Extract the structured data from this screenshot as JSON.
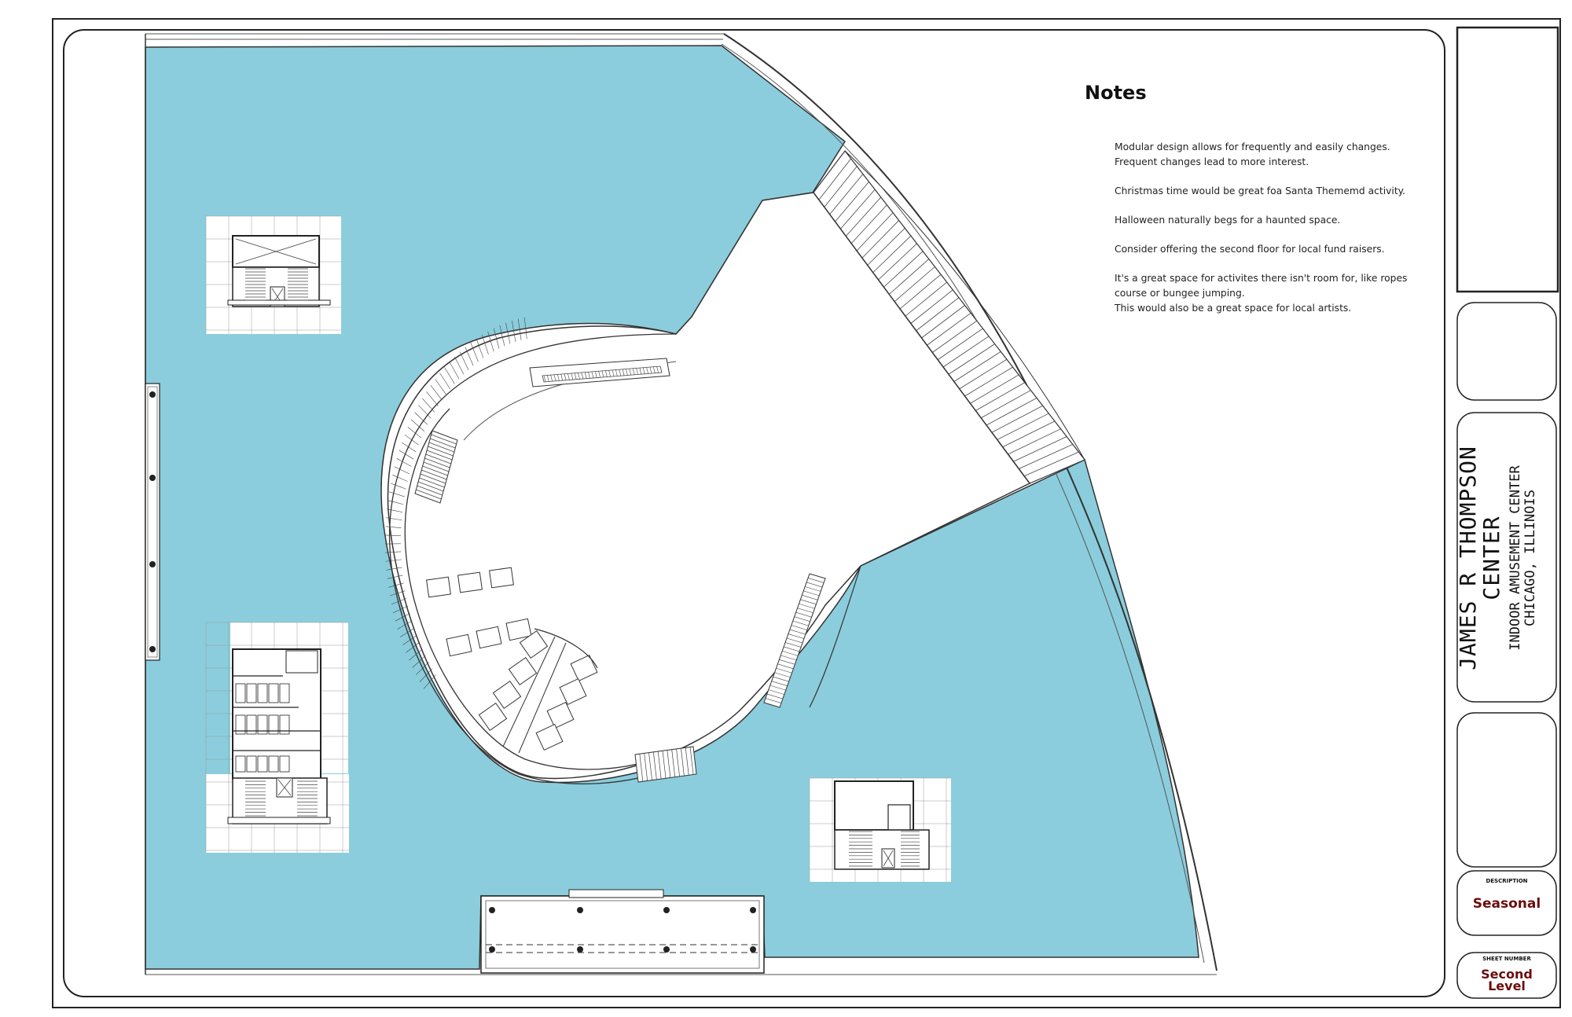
{
  "notes": {
    "title": "Notes",
    "items": [
      [
        "Modular design allows for frequently and easily changes.",
        "Frequent changes lead to more interest."
      ],
      [
        "Christmas time would be great foa Santa Thememd activity."
      ],
      [
        "Halloween naturally begs for a haunted space."
      ],
      [
        "Consider offering the second floor for local fund raisers."
      ],
      [
        "It's a great space for activites there isn't room for, like ropes",
        "course or bungee jumping.",
        "This would also be a great space for local artists."
      ]
    ]
  },
  "title_block": {
    "project_name_line1": "JAMES R THOMPSON",
    "project_name_line2": "CENTER",
    "subtitle_line1": "INDOOR AMUSEMENT CENTER",
    "subtitle_line2": "CHICAGO, ILLINOIS",
    "description_label": "DESCRIPTION",
    "description_value": "Seasonal",
    "sheet_number_label": "SHEET NUMBER",
    "sheet_number_line1": "Second",
    "sheet_number_line2": "Level"
  },
  "colors": {
    "floor_fill": "#8bcddc",
    "line": "#222222",
    "accent_text": "#6b0d0d"
  }
}
